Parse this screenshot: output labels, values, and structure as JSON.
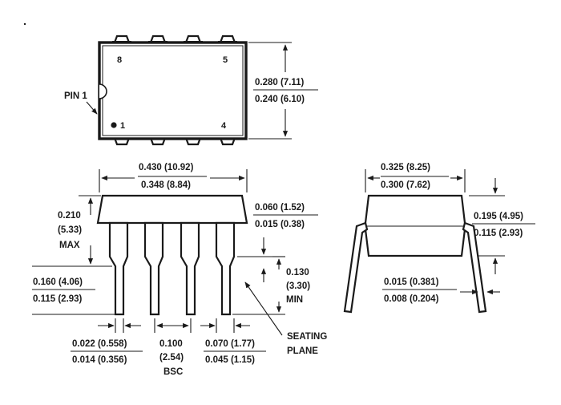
{
  "top_view": {
    "pin_label": "PIN 1",
    "pin_numbers": {
      "p8": "8",
      "p5": "5",
      "p1": "1",
      "p4": "4"
    },
    "width_max": "0.280 (7.11)",
    "width_min": "0.240 (6.10)"
  },
  "side_view": {
    "length_max": "0.430 (10.92)",
    "length_min": "0.348 (8.84)",
    "height_val1": "0.210",
    "height_val2": "(5.33)",
    "height_max_label": "MAX",
    "standoff_max": "0.060 (1.52)",
    "standoff_min": "0.015 (0.38)",
    "lead_len_max": "0.160 (4.06)",
    "lead_len_min": "0.115 (2.93)",
    "seat_val1": "0.130",
    "seat_val2": "(3.30)",
    "seat_min_label": "MIN",
    "lead_w_max": "0.022 (0.558)",
    "lead_w_min": "0.014 (0.356)",
    "pitch_val1": "0.100",
    "pitch_val2": "(2.54)",
    "pitch_bsc_label": "BSC",
    "shoulder_max": "0.070 (1.77)",
    "shoulder_min": "0.045 (1.15)",
    "seating_label1": "SEATING",
    "seating_label2": "PLANE"
  },
  "end_view": {
    "row_max": "0.325 (8.25)",
    "row_min": "0.300 (7.62)",
    "span_max": "0.195 (4.95)",
    "span_min": "0.115 (2.93)",
    "thick_max": "0.015 (0.381)",
    "thick_min": "0.008 (0.204)"
  }
}
